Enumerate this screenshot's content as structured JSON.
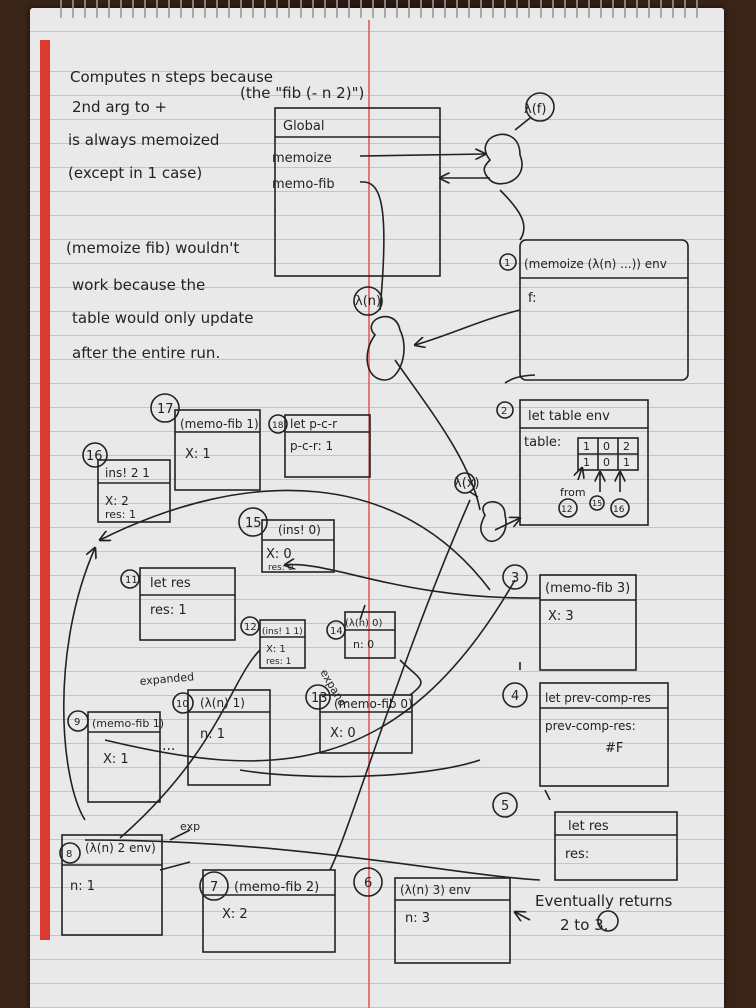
{
  "notes": {
    "top_lines": [
      "Computes n steps because",
      "2nd arg to +",
      "(the \"fib (- n 2)\")",
      "is always memoized",
      "(except in 1 case)"
    ],
    "memoize_lines": [
      "(memoize fib) wouldn't",
      "work because the",
      "table would only update",
      "after the entire run."
    ],
    "eventually_lines": [
      "Eventually returns",
      "2 to 3."
    ]
  },
  "frames": {
    "global": {
      "title": "Global",
      "bindings": [
        "memoize",
        "memo-fib"
      ]
    },
    "memoize_env": {
      "num": "1",
      "title": "(memoize (λ(n) ...)) env",
      "binding": "f:"
    },
    "let_table": {
      "num": "2",
      "title": "let table env",
      "binding": "table:",
      "from_label": "from",
      "from_nums": [
        "12",
        "15",
        "16"
      ],
      "table_rows": [
        [
          "1",
          "0",
          "2"
        ],
        [
          "1",
          "0",
          "1"
        ]
      ]
    },
    "memo_fib3": {
      "num": "3",
      "title": "(memo-fib 3)",
      "binding": "X: 3"
    },
    "let_prev": {
      "num": "4",
      "title": "let prev-comp-res",
      "binding": "prev-comp-res:",
      "value": "#F"
    },
    "let_res": {
      "num": "5",
      "title": "let res",
      "binding": "res:"
    },
    "lambda3": {
      "num": "6",
      "title": "(λ(n) 3) env",
      "binding": "n: 3"
    },
    "memo_fib2": {
      "num": "7",
      "title": "(memo-fib 2)",
      "binding": "X: 2"
    },
    "lambda2": {
      "num": "8",
      "title": "(λ(n) 2 env)",
      "binding": "n: 1"
    },
    "memo_fib1": {
      "num": "9",
      "title": "(memo-fib 1)",
      "binding": "X: 1"
    },
    "lambda1": {
      "num": "10",
      "title": "(λ(n) 1)",
      "binding": "n: 1"
    },
    "let_res11": {
      "num": "11",
      "title": "let res",
      "binding": "res: 1"
    },
    "ins11": {
      "num": "12",
      "title": "(ins! 1 1)",
      "binding": "X: 1",
      "extra": "res: 1"
    },
    "memo_fib0": {
      "num": "13",
      "title": "(memo-fib 0)",
      "binding": "X: 0"
    },
    "lambda0": {
      "num": "14",
      "title": "(λ(n) 0)",
      "binding": "n: 0"
    },
    "ins10": {
      "num": "15",
      "title": "(ins! 0)",
      "binding": "X: 0",
      "extra": "res: 0"
    },
    "ins21": {
      "num": "16",
      "title": "ins! 2 1",
      "binding": "X: 2",
      "extra": "res: 1"
    },
    "memo_fib1b": {
      "num": "17",
      "title": "(memo-fib 1)",
      "binding": "X: 1"
    },
    "let_pcr": {
      "num": "18",
      "title": "let p-c-r",
      "binding": "p-c-r: 1"
    }
  },
  "labels": {
    "lambda_f": "λ(f)",
    "lambda_n": "λ(n)",
    "lambda_x": "λ(x)",
    "expanded": "expanded",
    "expand": "expand",
    "exp": "exp",
    "dots": "..."
  }
}
